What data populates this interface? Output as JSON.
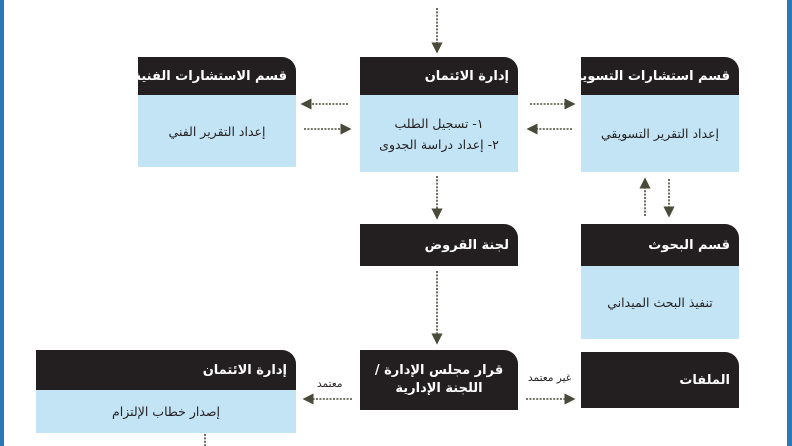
{
  "boxes": {
    "tech_consult": {
      "title": "قسم الاستشارات الفنية",
      "body": "إعداد التقرير الفني"
    },
    "credit_admin": {
      "title": "إدارة الائتمان",
      "lines": [
        "١- تسجيل الطلب",
        "٢- إعداد دراسة الجدوى"
      ]
    },
    "marketing_consult": {
      "title": "قسم استشارات التسويق",
      "body": "إعداد التقرير التسويقي"
    },
    "loans_committee": {
      "title": "لجنة القروض"
    },
    "research": {
      "title": "قسم البحوث",
      "body": "تنفيذ البحث الميداني"
    },
    "board_decision": {
      "title_lines": [
        "قرار مجلس الإدارة /",
        "اللجنة الإدارية"
      ]
    },
    "files": {
      "title": "الملفات"
    },
    "credit_admin_2": {
      "title": "إدارة الائتمان",
      "body": "إصدار خطاب الإلتزام"
    }
  },
  "labels": {
    "approved": "معتمد",
    "not_approved": "غير معتمد"
  },
  "colors": {
    "header": "#231f20",
    "body": "#c3e4f5",
    "frame": "#2a78b5",
    "arrow": "#4a4a3a"
  }
}
